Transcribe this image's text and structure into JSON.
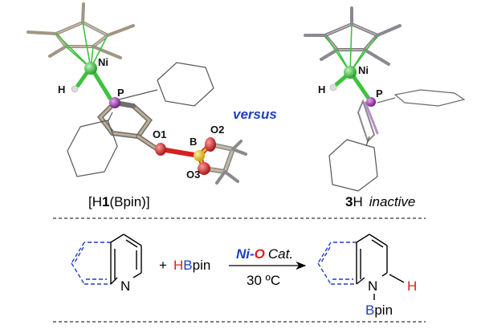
{
  "structure_left": {
    "atoms": {
      "ni": "Ni",
      "h": "H",
      "p": "P",
      "o1": "O1",
      "b": "B",
      "o2": "O2",
      "o3": "O3"
    },
    "caption_pre": "[H",
    "caption_bold": "1",
    "caption_post": "(Bpin)]"
  },
  "versus_label": "versus",
  "structure_right": {
    "atoms": {
      "ni": "Ni",
      "h": "H",
      "p": "P"
    },
    "caption_bold": "3",
    "caption_normal": "H",
    "caption_italic": "inactive"
  },
  "reaction": {
    "substrate_n": "N",
    "plus": "+",
    "reagent_h": "H",
    "reagent_b": "B",
    "reagent_rest": "pin",
    "catalyst_ni": "Ni",
    "catalyst_dash": "-",
    "catalyst_o": "O",
    "catalyst_rest": "Cat.",
    "temperature": "30 ºC",
    "product_n": "N",
    "product_h": "H",
    "product_b": "B",
    "product_rest": "pin"
  },
  "colors": {
    "ni_green": "#3ec23e",
    "p_purple": "#9b2fae",
    "o_red": "#d42020",
    "b_yellow": "#e6c21a",
    "blue": "#1f3fbf",
    "red": "#e02020"
  }
}
